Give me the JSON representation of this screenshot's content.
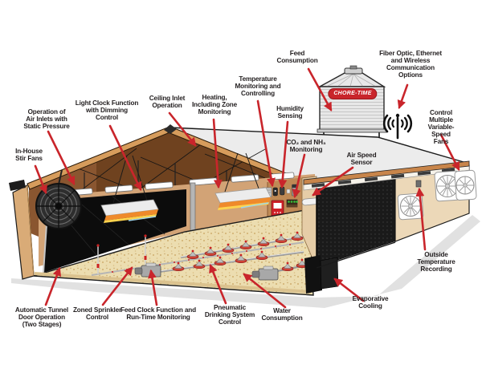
{
  "bin": {
    "logo": "CHORE-TIME"
  },
  "icons": {
    "wifi": "wireless-signal-icon",
    "stir_fan": "circular-fan-icon",
    "exhaust_fan": "cone-fan-icon"
  },
  "colors": {
    "arrow": "#c9252b",
    "label_text": "#231f20",
    "roof": "#ececec",
    "attic_interior": "#6f421f",
    "wall_tan": "#d2a376",
    "end_wall": "#bf8a55",
    "floor": "#ecddb0",
    "tunnel_door": "#0c0c0c",
    "evap_pad": "#1a1a1a",
    "exterior_wall": "#ecd8b8",
    "fascia": "#d69c5c",
    "bin_logo_bg": "#c9252b"
  },
  "labels": [
    {
      "id": "in-house-stir-fans",
      "text": "In-House\nStir Fans"
    },
    {
      "id": "air-inlets",
      "text": "Operation of\nAir Inlets with\nStatic Pressure"
    },
    {
      "id": "light-clock",
      "text": "Light Clock Function\nwith Dimming\nControl"
    },
    {
      "id": "ceiling-inlet",
      "text": "Ceiling Inlet\nOperation"
    },
    {
      "id": "heating",
      "text": "Heating,\nIncluding Zone\nMonitoring"
    },
    {
      "id": "temperature",
      "text": "Temperature\nMonitoring and\nControlling"
    },
    {
      "id": "feed-consumption",
      "text": "Feed\nConsumption"
    },
    {
      "id": "fiber-optic",
      "text": "Fiber Optic, Ethernet\nand Wireless\nCommunication\nOptions"
    },
    {
      "id": "humidity",
      "text": "Humidity\nSensing"
    },
    {
      "id": "co2-nh3",
      "text": "CO₂ and NH₃\nMonitoring"
    },
    {
      "id": "air-speed",
      "text": "Air Speed\nSensor"
    },
    {
      "id": "variable-speed-fans",
      "text": "Control Multiple\nVariable-Speed\nFans"
    },
    {
      "id": "outside-temperature",
      "text": "Outside\nTemperature\nRecording"
    },
    {
      "id": "evaporative-cooling",
      "text": "Evaporative\nCooling"
    },
    {
      "id": "water-consumption",
      "text": "Water\nConsumption"
    },
    {
      "id": "pneumatic-drinking",
      "text": "Pneumatic\nDrinking System\nControl"
    },
    {
      "id": "feed-clock",
      "text": "Feed Clock Function and\nRun-Time Monitoring"
    },
    {
      "id": "zoned-sprinkler",
      "text": "Zoned Sprinkler\nControl"
    },
    {
      "id": "tunnel-door",
      "text": "Automatic Tunnel\nDoor Operation\n(Two Stages)"
    }
  ]
}
